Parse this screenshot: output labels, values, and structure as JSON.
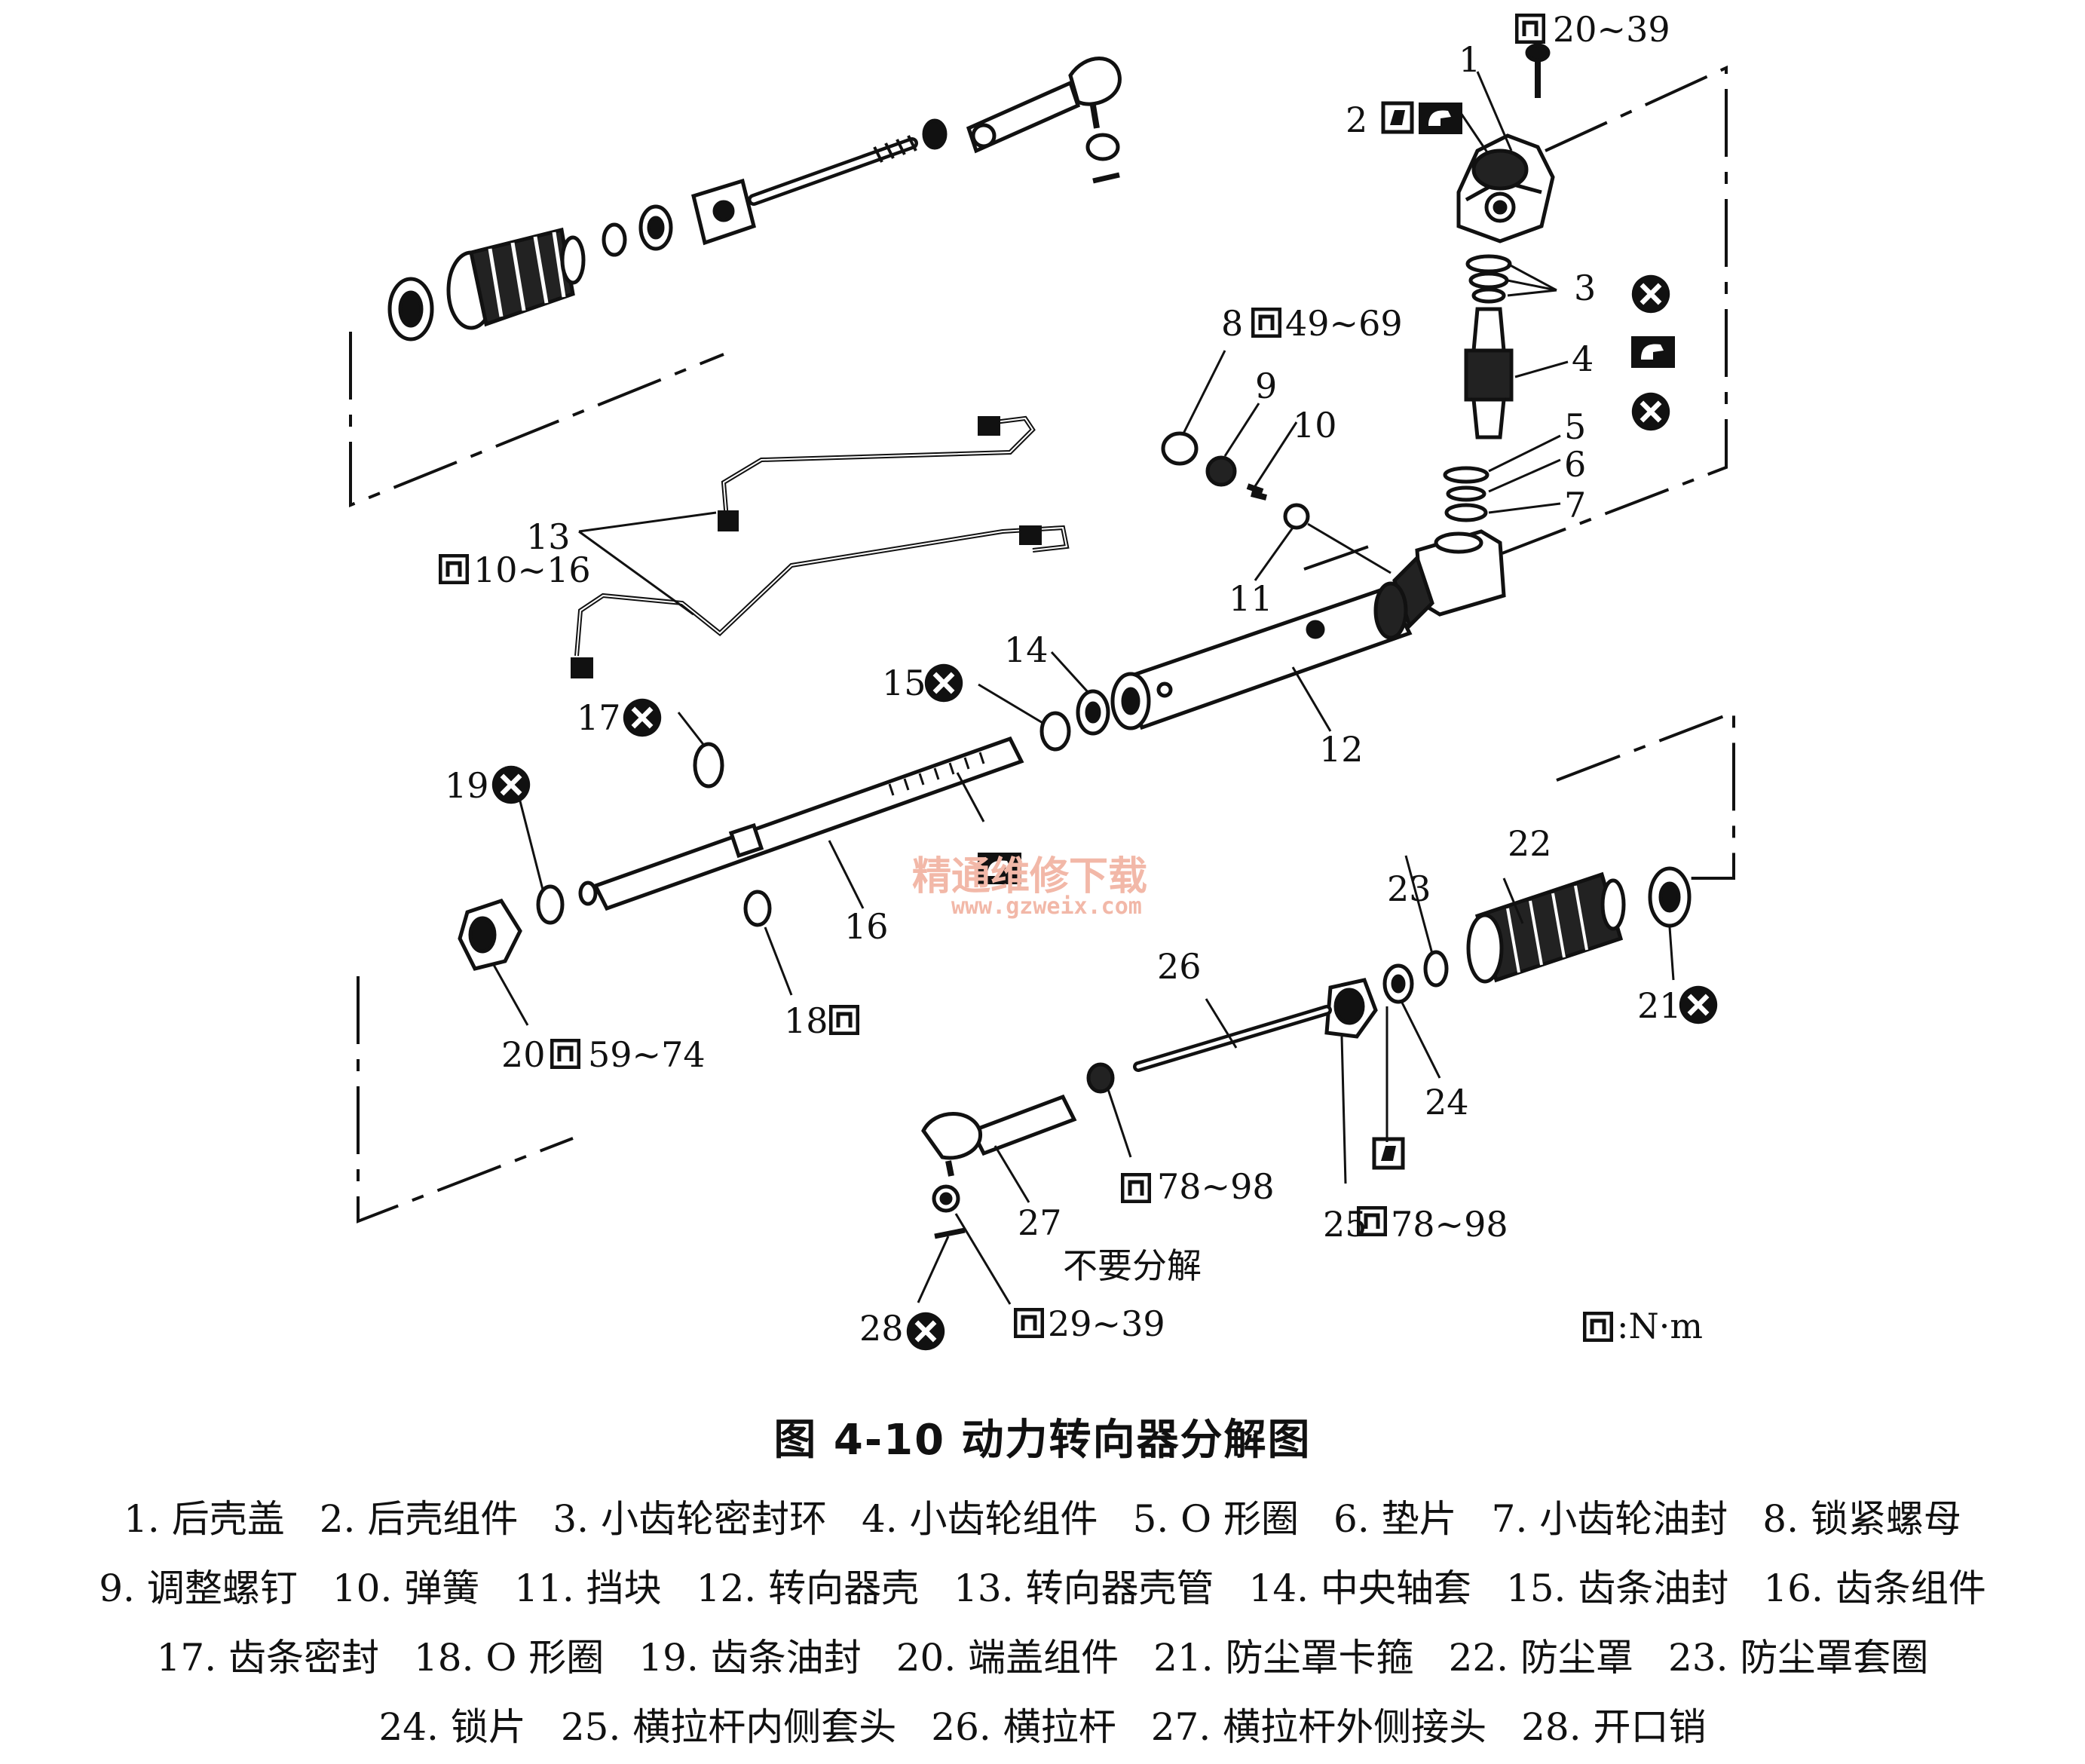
{
  "figure": {
    "title": "图 4-10   动力转向器分解图"
  },
  "labels": {
    "n1": "1",
    "n2": "2",
    "n3": "3",
    "n4": "4",
    "n5": "5",
    "n6": "6",
    "n7": "7",
    "n8": "8",
    "n9": "9",
    "n10": "10",
    "n11": "11",
    "n12": "12",
    "n13": "13",
    "n14": "14",
    "n15": "15",
    "n16": "16",
    "n17": "17",
    "n18": "18",
    "n19": "19",
    "n20": "20",
    "n21": "21",
    "n22": "22",
    "n23": "23",
    "n24": "24",
    "n25": "25",
    "n26": "26",
    "n27": "27",
    "n28": "28"
  },
  "torques": {
    "t1": "20~39",
    "t8": "49~69",
    "t13": "10~16",
    "t20": "59~74",
    "t26": "78~98",
    "t25": "78~98",
    "t27": "29~39",
    "unit": ":N·m"
  },
  "notes": {
    "no_disassemble": "不要分解"
  },
  "watermark": {
    "line1": "精通维修下载",
    "line2": "www.gzweix.com"
  },
  "legend": [
    [
      "1. 后壳盖",
      "2. 后壳组件",
      "3. 小齿轮密封环",
      "4. 小齿轮组件",
      "5. O 形圈",
      "6. 垫片",
      "7. 小齿轮油封",
      "8. 锁紧螺母"
    ],
    [
      "9. 调整螺钉",
      "10. 弹簧",
      "11. 挡块",
      "12. 转向器壳",
      "13. 转向器壳管",
      "14. 中央轴套",
      "15. 齿条油封",
      "16. 齿条组件"
    ],
    [
      "17. 齿条密封",
      "18. O 形圈",
      "19. 齿条油封",
      "20. 端盖组件",
      "21. 防尘罩卡箍",
      "22. 防尘罩",
      "23. 防尘罩套圈"
    ],
    [
      "24. 锁片",
      "25. 横拉杆内侧套头",
      "26. 横拉杆",
      "27. 横拉杆外侧接头",
      "28. 开口销"
    ]
  ]
}
